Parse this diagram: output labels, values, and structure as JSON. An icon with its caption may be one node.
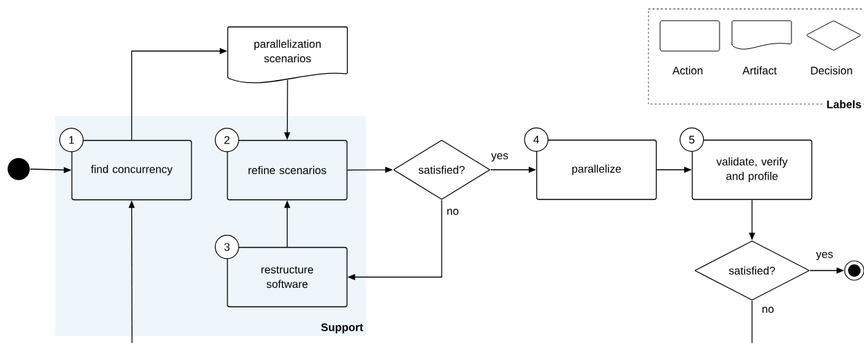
{
  "diagram": {
    "nodes": [
      {
        "text": [],
        "shape": "circle"
      },
      {
        "text": [
          "parallelization scenarios"
        ]
      },
      {
        "text": [
          "Support"
        ]
      },
      {
        "text": [
          "find concurrency"
        ],
        "in": 2,
        "beside": [
          "1"
        ]
      },
      {
        "text": [
          "refine scenarios"
        ],
        "in": 2,
        "beside": [
          "2"
        ]
      },
      {
        "text": [
          "restructure software"
        ],
        "in": 2,
        "beside": [
          "3"
        ]
      },
      {
        "text": [
          "satisfied?"
        ]
      },
      {
        "text": [
          "parallelize"
        ],
        "beside": [
          "4"
        ]
      },
      {
        "text": [
          "validate, verify and profile"
        ],
        "beside": [
          "5"
        ]
      },
      {
        "text": [
          "satisfied?"
        ]
      },
      {
        "text": [],
        "shape": "circle"
      }
    ],
    "edges": [
      {
        "from": 0,
        "to": 3,
        "arrow": "to"
      },
      {
        "from": 3,
        "to": 1,
        "arrow": "to"
      },
      {
        "from": 1,
        "to": 4,
        "arrow": "to"
      },
      {
        "from": 4,
        "to": 6,
        "arrow": "to"
      },
      {
        "from": 6,
        "to": 7,
        "arrow": "to",
        "label": "yes"
      },
      {
        "from": 6,
        "to": 5,
        "arrow": "to",
        "label": "no"
      },
      {
        "from": 5,
        "to": 4,
        "arrow": "to"
      },
      {
        "from": 7,
        "to": 8,
        "arrow": "to"
      },
      {
        "from": 8,
        "to": 9,
        "arrow": "to"
      },
      {
        "from": 9,
        "to": 10,
        "arrow": "to",
        "label": "yes"
      },
      {
        "from": 9,
        "to": null,
        "arrow": "none",
        "label": "no"
      },
      {
        "from": null,
        "to": 3,
        "arrow": "to"
      }
    ],
    "labels": [
      "Labels"
    ],
    "legend": [
      {
        "text": "Action"
      },
      {
        "text": "Artifact"
      },
      {
        "text": "Decision"
      }
    ]
  }
}
